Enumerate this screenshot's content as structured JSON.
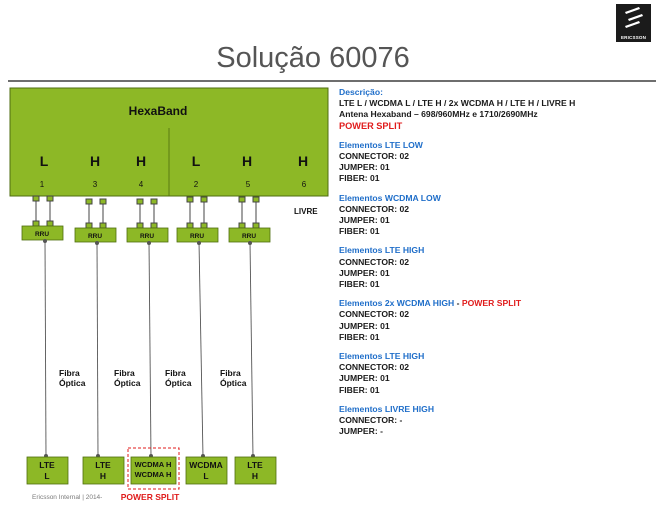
{
  "title": "Solução 60076",
  "logo_text": "ERICSSON",
  "footer": "Ericsson Internal | 2014-",
  "diagram": {
    "antenna_label": "HexaBand",
    "ports": [
      {
        "letter": "L",
        "number": "1"
      },
      {
        "letter": "H",
        "number": "3"
      },
      {
        "letter": "H",
        "number": "4"
      },
      {
        "letter": "L",
        "number": "2"
      },
      {
        "letter": "H",
        "number": "5"
      },
      {
        "letter": "H",
        "number": "6"
      }
    ],
    "livre_label": "LIVRE",
    "rru_label": "RRU",
    "fiber_label_1": "Fibra",
    "fiber_label_2": "Óptica",
    "boxes": [
      {
        "line1": "LTE",
        "line2": "L"
      },
      {
        "line1": "LTE",
        "line2": "H"
      },
      {
        "line1": "WCDMA H",
        "line2": "WCDMA H"
      },
      {
        "line1": "WCDMA",
        "line2": "L"
      },
      {
        "line1": "LTE",
        "line2": "H"
      }
    ],
    "power_split_label": "POWER SPLIT"
  },
  "description": {
    "heading": "Descrição:",
    "line1": "LTE L / WCDMA L / LTE H / 2x WCDMA H / LTE H / LIVRE H",
    "line2": "Antena Hexaband – 698/960MHz  e  1710/2690MHz",
    "power_split": "POWER SPLIT"
  },
  "elements": [
    {
      "title": "Elementos  LTE LOW",
      "suffix_sep": "",
      "suffix": "",
      "lines": [
        "CONNECTOR: 02",
        "JUMPER: 01",
        "FIBER: 01"
      ]
    },
    {
      "title": "Elementos  WCDMA LOW",
      "suffix_sep": "",
      "suffix": "",
      "lines": [
        "CONNECTOR: 02",
        "JUMPER: 01",
        "FIBER: 01"
      ]
    },
    {
      "title": "Elementos  LTE HIGH",
      "suffix_sep": "",
      "suffix": "",
      "lines": [
        "CONNECTOR: 02",
        "JUMPER: 01",
        "FIBER: 01"
      ]
    },
    {
      "title": "Elementos  2x WCDMA HIGH",
      "suffix_sep": " - ",
      "suffix": "POWER SPLIT",
      "lines": [
        "CONNECTOR: 02",
        "JUMPER: 01",
        "FIBER: 01"
      ]
    },
    {
      "title": "Elementos  LTE HIGH",
      "suffix_sep": "",
      "suffix": "",
      "lines": [
        "CONNECTOR: 02",
        "JUMPER: 01",
        "FIBER: 01"
      ]
    },
    {
      "title": "Elementos  LIVRE HIGH",
      "suffix_sep": "",
      "suffix": "",
      "lines": [
        "CONNECTOR: -",
        "JUMPER: -"
      ]
    }
  ],
  "colors": {
    "antenna_fill": "#8db826",
    "antenna_stroke": "#4f6e10",
    "blue": "#1f6ec9",
    "red": "#e01b1b"
  }
}
